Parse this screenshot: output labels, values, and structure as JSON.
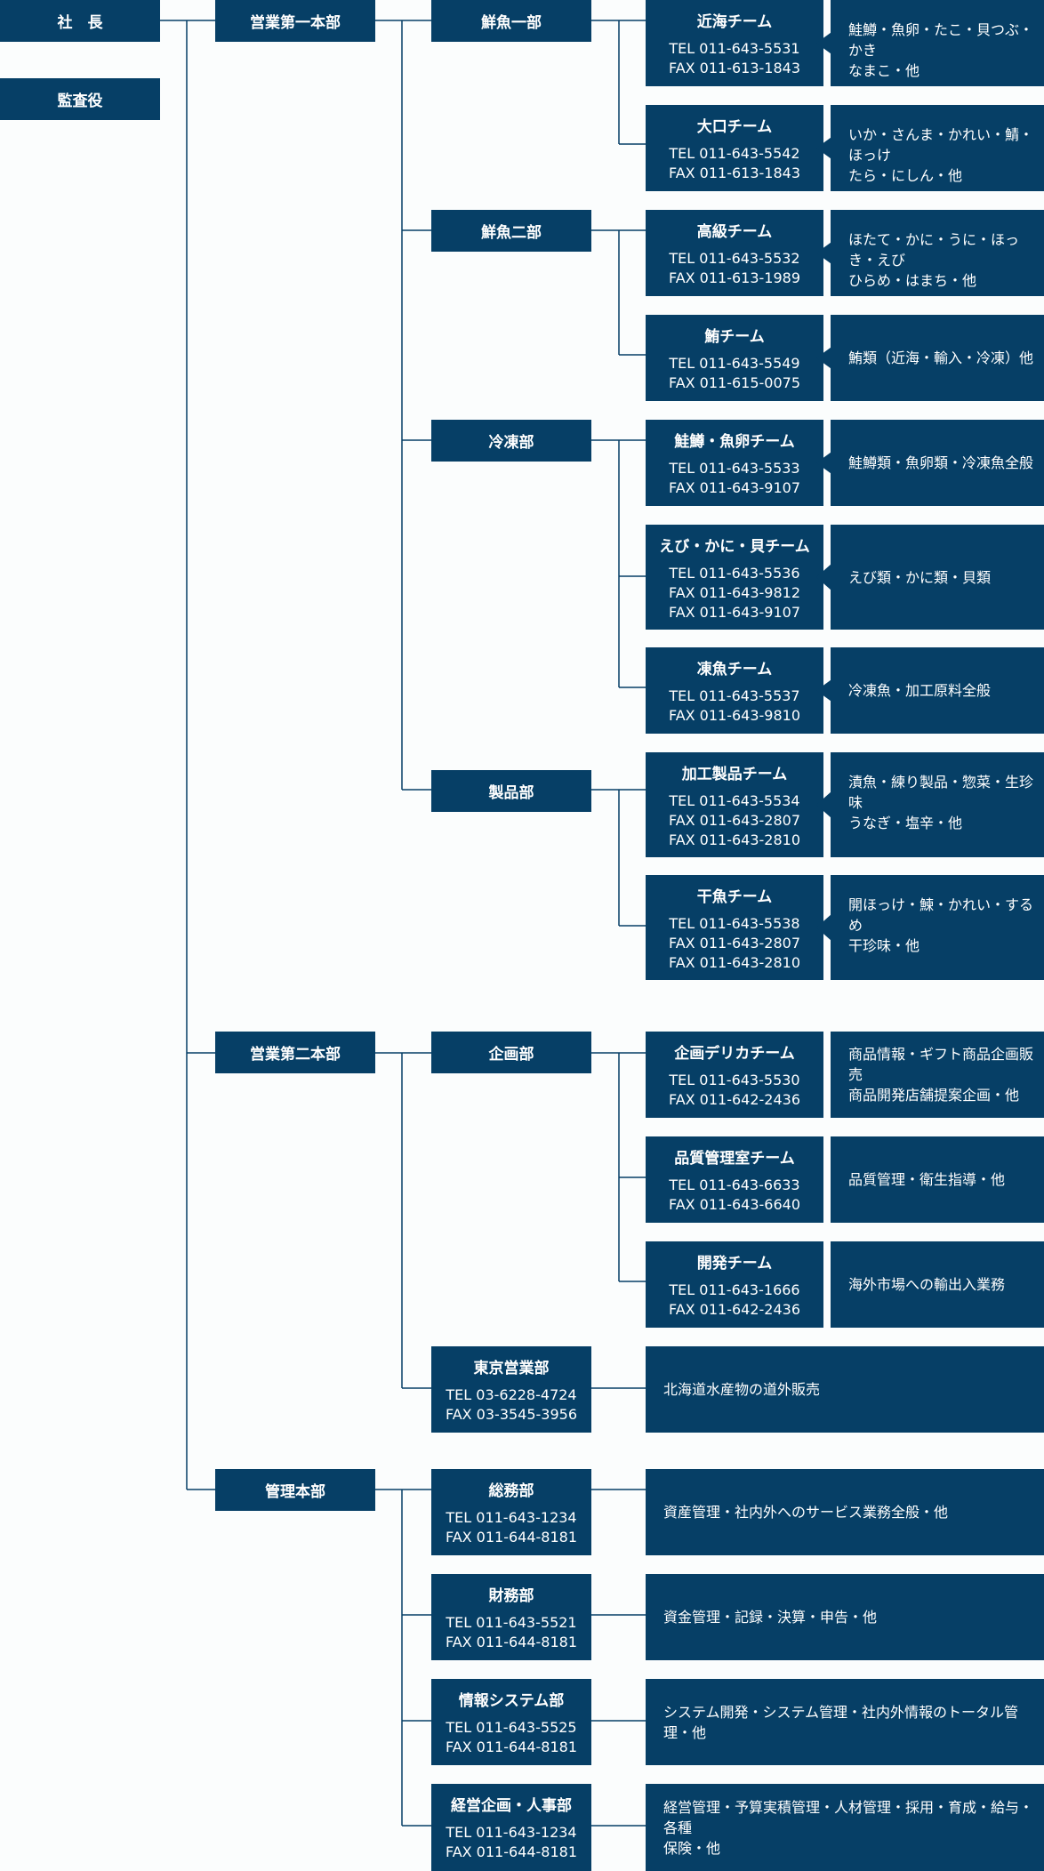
{
  "colors": {
    "box": "#063f66",
    "line": "#063f66",
    "bg": "#fbfdfd"
  },
  "top": {
    "president": "社　長",
    "auditor": "監査役"
  },
  "divisions": [
    {
      "name": "営業第一本部"
    },
    {
      "name": "営業第二本部"
    },
    {
      "name": "管理本部"
    }
  ],
  "depts": [
    {
      "name": "鮮魚一部"
    },
    {
      "name": "鮮魚二部"
    },
    {
      "name": "冷凍部"
    },
    {
      "name": "製品部"
    },
    {
      "name": "企画部"
    }
  ],
  "teams": [
    {
      "name": "近海チーム",
      "lines": [
        "TEL 011-643-5531",
        "FAX 011-613-1843"
      ],
      "desc": [
        "鮭鱒・魚卵・たこ・貝つぶ・かき",
        "なまこ・他"
      ]
    },
    {
      "name": "大口チーム",
      "lines": [
        "TEL 011-643-5542",
        "FAX 011-613-1843"
      ],
      "desc": [
        "いか・さんま・かれい・鯖・ほっけ",
        "たら・にしん・他"
      ]
    },
    {
      "name": "高級チーム",
      "lines": [
        "TEL 011-643-5532",
        "FAX 011-613-1989"
      ],
      "desc": [
        "ほたて・かに・うに・ほっき・えび",
        "ひらめ・はまち・他"
      ]
    },
    {
      "name": "鮪チーム",
      "lines": [
        "TEL 011-643-5549",
        "FAX 011-615-0075"
      ],
      "desc": [
        "鮪類（近海・輸入・冷凍）他"
      ]
    },
    {
      "name": "鮭鱒・魚卵チーム",
      "lines": [
        "TEL 011-643-5533",
        "FAX 011-643-9107"
      ],
      "desc": [
        "鮭鱒類・魚卵類・冷凍魚全般"
      ]
    },
    {
      "name": "えび・かに・貝チーム",
      "lines": [
        "TEL 011-643-5536",
        "FAX 011-643-9812",
        "FAX 011-643-9107"
      ],
      "desc": [
        "えび類・かに類・貝類"
      ]
    },
    {
      "name": "凍魚チーム",
      "lines": [
        "TEL 011-643-5537",
        "FAX 011-643-9810"
      ],
      "desc": [
        "冷凍魚・加工原料全般"
      ]
    },
    {
      "name": "加工製品チーム",
      "lines": [
        "TEL 011-643-5534",
        "FAX 011-643-2807",
        "FAX 011-643-2810"
      ],
      "desc": [
        "漬魚・練り製品・惣菜・生珍味",
        "うなぎ・塩辛・他"
      ]
    },
    {
      "name": "干魚チーム",
      "lines": [
        "TEL 011-643-5538",
        "FAX 011-643-2807",
        "FAX 011-643-2810"
      ],
      "desc": [
        "開ほっけ・鰊・かれい・するめ",
        "干珍味・他"
      ]
    },
    {
      "name": "企画デリカチーム",
      "lines": [
        "TEL 011-643-5530",
        "FAX 011-642-2436"
      ],
      "desc": [
        "商品情報・ギフト商品企画販売",
        "商品開発店舗提案企画・他"
      ]
    },
    {
      "name": "品質管理室チーム",
      "lines": [
        "TEL 011-643-6633",
        "FAX 011-643-6640"
      ],
      "desc": [
        "品質管理・衛生指導・他"
      ]
    },
    {
      "name": "開発チーム",
      "lines": [
        "TEL 011-643-1666",
        "FAX 011-642-2436"
      ],
      "desc": [
        "海外市場への輸出入業務"
      ]
    }
  ],
  "offices": [
    {
      "name": "東京営業部",
      "lines": [
        "TEL 03-6228-4724",
        "FAX 03-3545-3956"
      ],
      "desc": [
        "北海道水産物の道外販売"
      ]
    },
    {
      "name": "総務部",
      "lines": [
        "TEL 011-643-1234",
        "FAX 011-644-8181"
      ],
      "desc": [
        "資産管理・社内外へのサービス業務全般・他"
      ]
    },
    {
      "name": "財務部",
      "lines": [
        "TEL 011-643-5521",
        "FAX 011-644-8181"
      ],
      "desc": [
        "資金管理・記録・決算・申告・他"
      ]
    },
    {
      "name": "情報システム部",
      "lines": [
        "TEL 011-643-5525",
        "FAX 011-644-8181"
      ],
      "desc": [
        "システム開発・システム管理・社内外情報のトータル管理・他"
      ]
    },
    {
      "name": "経営企画・人事部",
      "lines": [
        "TEL 011-643-1234",
        "FAX 011-644-8181"
      ],
      "desc": [
        "経営管理・予算実積管理・人材管理・採用・育成・給与・ 各種",
        "保険・他"
      ]
    }
  ]
}
